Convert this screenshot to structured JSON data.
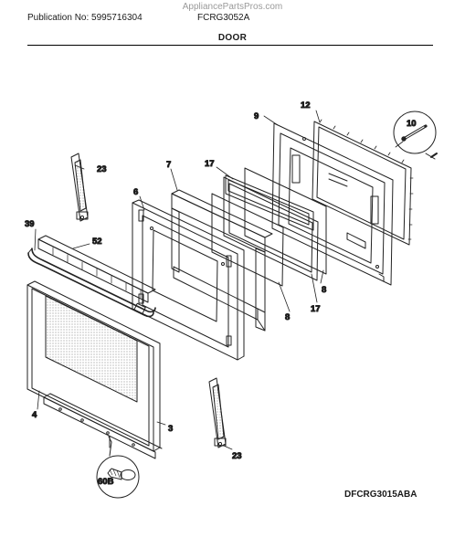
{
  "watermark": "AppliancePartsPros.com",
  "header": {
    "publication": "Publication No: 5995716304",
    "model": "FCRG3052A"
  },
  "title": "DOOR",
  "diagram_code": "DFCRG3015ABA",
  "callouts": {
    "c12": "12",
    "c9": "9",
    "c10": "10",
    "c23_top": "23",
    "c7": "7",
    "c17_top": "17",
    "c6": "6",
    "c39": "39",
    "c52": "52",
    "c8_right": "8",
    "c17_bottom": "17",
    "c8_bottom": "8",
    "c4": "4",
    "c3": "3",
    "c60b": "60B",
    "c23_bottom": "23"
  }
}
